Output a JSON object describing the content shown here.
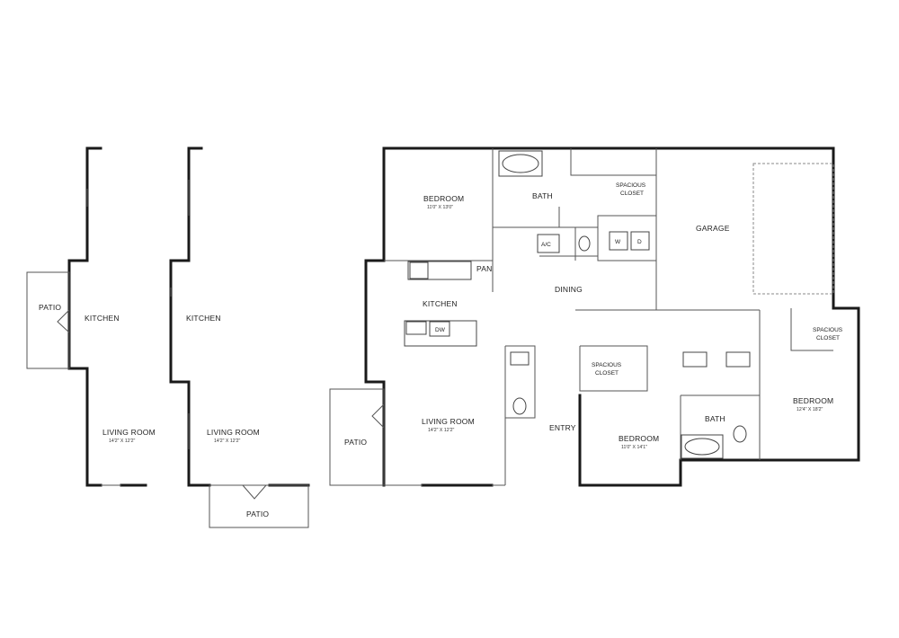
{
  "left_alt": {
    "patio": "PATIO",
    "kitchen": "KITCHEN",
    "living_room": "LIVING ROOM",
    "living_dim": "14'2\" X 12'2\""
  },
  "middle_alt": {
    "kitchen": "KITCHEN",
    "living_room": "LIVING ROOM",
    "living_dim": "14'2\" X 12'2\"",
    "patio": "PATIO"
  },
  "main": {
    "bedroom_1": "BEDROOM",
    "bedroom_1_dim": "11'0\" X 13'0\"",
    "bath_1": "BATH",
    "closet_1_line1": "SPACIOUS",
    "closet_1_line2": "CLOSET",
    "garage": "GARAGE",
    "ac": "A/C",
    "washer": "W",
    "dryer": "D",
    "pan": "PAN",
    "kitchen": "KITCHEN",
    "dw": "DW",
    "dining": "DINING",
    "living_room": "LIVING ROOM",
    "living_dim": "14'2\" X 12'2\"",
    "patio": "PATIO",
    "entry": "ENTRY",
    "closet_2_line1": "SPACIOUS",
    "closet_2_line2": "CLOSET",
    "bedroom_2": "BEDROOM",
    "bedroom_2_dim": "11'0\" X 14'1\"",
    "bath_2": "BATH",
    "closet_3_line1": "SPACIOUS",
    "closet_3_line2": "CLOSET",
    "bedroom_3": "BEDROOM",
    "bedroom_3_dim": "12'4\" X 18'2\""
  }
}
